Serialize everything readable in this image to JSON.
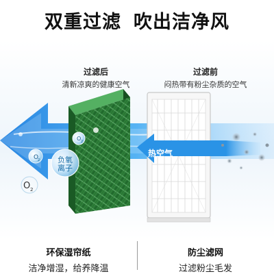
{
  "headline": {
    "part1": "双重过滤",
    "part2": "吹出洁净风"
  },
  "after_filter": {
    "title": "过滤后",
    "subtitle": "清新凉爽的健康空气"
  },
  "before_filter": {
    "title": "过滤前",
    "subtitle": "闷热带有粉尘杂质的空气"
  },
  "negative_ion": "负氧离子",
  "hot_air": "热空气",
  "bottom": {
    "left": {
      "title": "环保湿帘纸",
      "subtitle": "洁净增湿，给养降温"
    },
    "right": {
      "title": "防尘滤网",
      "subtitle": "过滤粉尘毛发"
    }
  },
  "colors": {
    "airflow_blue": "#2a93e6",
    "wet_curtain_green": "#2f8b3d",
    "hot_air_arrow": "#3aa3f0"
  }
}
